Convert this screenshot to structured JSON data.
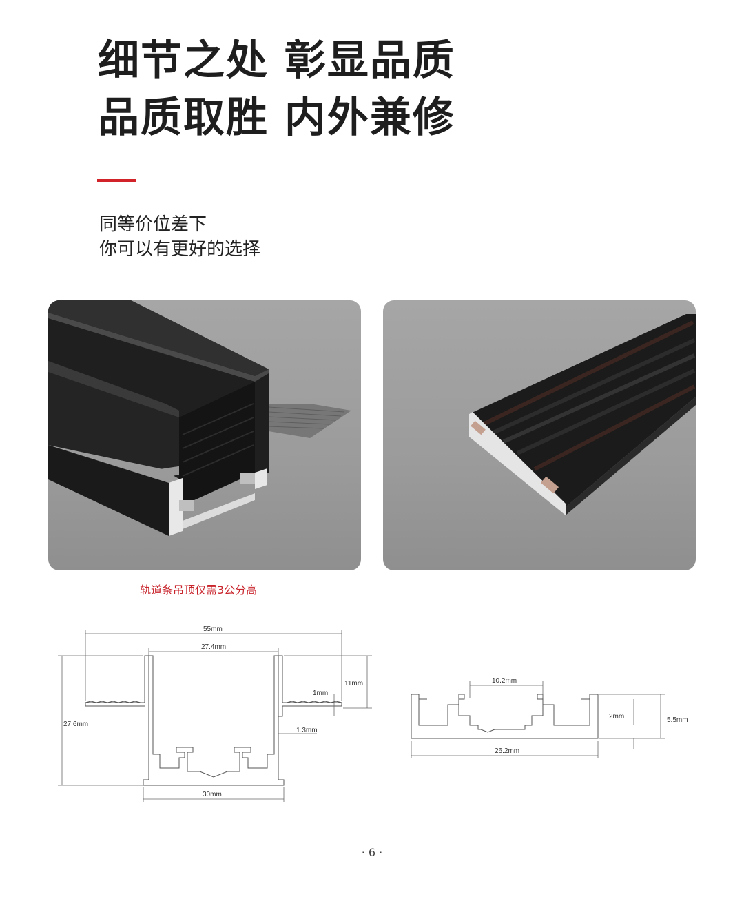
{
  "headline": {
    "line1": "细节之处 彰显品质",
    "line2": "品质取胜 内外兼修"
  },
  "subtitle": {
    "line1": "同等价位差下",
    "line2": "你可以有更好的选择"
  },
  "caption": "轨道条吊顶仅需3公分高",
  "diagram_left": {
    "width_total": "55mm",
    "width_inner": "27.4mm",
    "height_total": "27.6mm",
    "flange_height": "11mm",
    "flange_thickness": "1mm",
    "wall_thickness": "1.3mm",
    "base_width": "30mm"
  },
  "diagram_right": {
    "top_width": "10.2mm",
    "depth_inner": "2mm",
    "height_total": "5.5mm",
    "width_total": "26.2mm"
  },
  "page_number": "· 6 ·",
  "colors": {
    "accent": "#d2232a",
    "photo_bg": "#9d9d9d"
  }
}
